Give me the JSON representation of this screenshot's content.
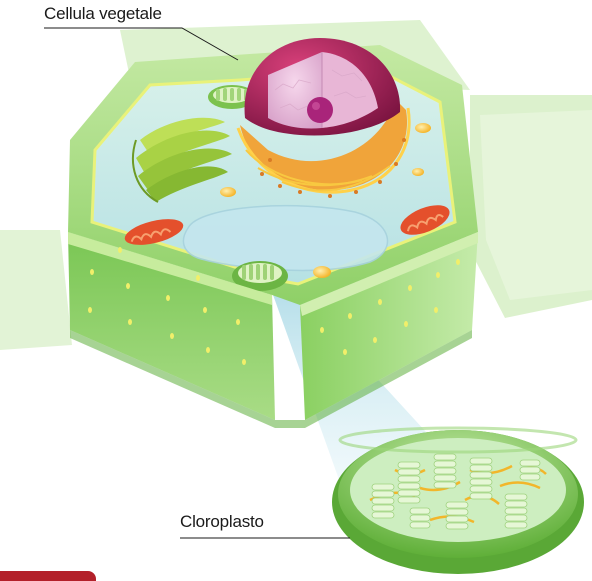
{
  "labels": {
    "cell": "Cellula vegetale",
    "chloroplast": "Cloroplasto"
  },
  "colors": {
    "wall_dark": "#6cbf4a",
    "wall_light": "#a8dc7e",
    "cytoplasm": "#c9ecec",
    "nucleus": "#b0245a",
    "nucleus_inner": "#e9b8d8",
    "golgi": "#9ccc3c",
    "er": "#f0a43a",
    "mitochondrion": "#e4502c",
    "chloroplast": "#7cc24e",
    "thylakoid": "#dff3c4",
    "granule": "#f8c63a",
    "tab": "#b3202a"
  },
  "icons": [
    "nucleus-illustration",
    "golgi-illustration",
    "mitochondrion-illustration",
    "chloroplast-illustration",
    "vacuole-illustration"
  ]
}
